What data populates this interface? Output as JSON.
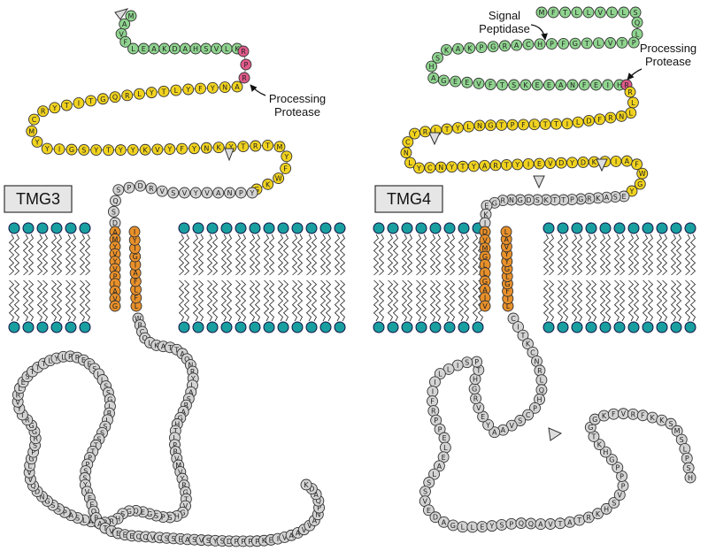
{
  "panels": [
    {
      "id": "tmg3",
      "label": "TMG3",
      "annotations": {
        "processing_protease": [
          "Processing",
          "Protease"
        ]
      }
    },
    {
      "id": "tmg4",
      "label": "TMG4",
      "annotations": {
        "signal_peptidase": [
          "Signal",
          "Peptidase"
        ],
        "processing_protease": [
          "Processing",
          "Protease"
        ]
      }
    }
  ],
  "colors": {
    "signal": "#8fd48f",
    "protease_site": "#e05a8a",
    "extracellular": "#f1d31f",
    "stalk": "#d4d4d4",
    "transmembrane": "#e8902a",
    "cytoplasmic": "#d4d4d4",
    "proline_pink": "#d97ed8",
    "proline_blue": "#5fa8e0",
    "lipid_head": "#1a9fa0",
    "stroke": "#333333"
  },
  "sequences": {
    "tmg3": {
      "signal": "MAVFLEAKDAHSVLK",
      "protease_site": "RPR",
      "extracellular": "ANYFYLTYLRQGTITYRCMYYIGSYTYYKVYFYNKYTRTMYFWKG",
      "stalk": "YPNAVYVSVRDPSQSD",
      "tm1": "AMYVYVPLAVG",
      "tm2": "LFLFAIGIYI",
      "cytoplasmic": "WRCQLKATTAQNRYLASRAGHTLPRVMVYRGTVGHSPSGEQGSHRPSALSAPSSGNDQVVLGPSRGGRTYVRLESTTTLYLPPEESLLSSGLRLSSSTTPPSSYVEEQPATVEEEQQVQSSEASVSYSDPPPPKEIVAAVVANPQADK"
    },
    "tmg4": {
      "signal": "MFTLLVLLSQLPTVLTGFPHCARGPKAKSHAGEEVFTSKEEANFEIH",
      "protease_site": "R",
      "extracellular": "RLLNRFDLITTLFPTGNLYTLRYCNLYCNYTYARTYIEVDYDKTIAFWGY",
      "stalk": "ESAKRGPTTKSDGNRGEKI",
      "tm1": "DVMGLLGAIV",
      "tm2": "LTFGLGYYVAL",
      "cytoplasmic": "CITKCNRLQHPCSVAAYEVRGHTPSILLIIFRPPELEALSSVEDAGLLEYSPQQAVTATRKHSVPPPGHKTGGKFVRFKKSMSLPSH"
    }
  }
}
